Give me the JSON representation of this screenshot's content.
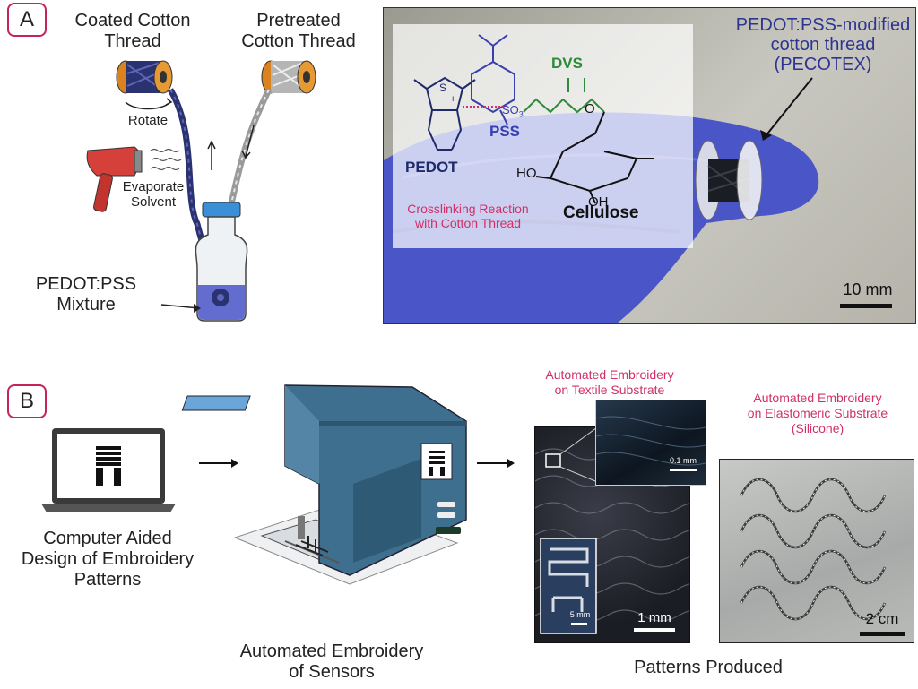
{
  "panel_a": {
    "letter": "A",
    "coated_thread": "Coated Cotton\nThread",
    "pretreated_thread": "Pretreated\nCotton Thread",
    "rotate": "Rotate",
    "evaporate": "Evaporate\nSolvent",
    "mixture": "PEDOT:PSS\nMixture",
    "photo": {
      "callout": "PEDOT:PSS-modified\ncotton thread\n(PECOTEX)",
      "dvs": "DVS",
      "pss": "PSS",
      "pedot": "PEDOT",
      "cellulose": "Cellulose",
      "so3": "SO",
      "so3_sub": "3",
      "ho": "HO",
      "oh": "OH",
      "o": "O",
      "s": "S",
      "plus": "+",
      "crosslink": "Crosslinking Reaction\nwith Cotton Thread",
      "scale": "10 mm"
    }
  },
  "panel_b": {
    "letter": "B",
    "cad": "Computer Aided\nDesign of Embroidery\nPatterns",
    "machine": "Automated Embroidery\nof Sensors",
    "textile_title": "Automated Embroidery\non Textile Substrate",
    "elastomer_title": "Automated Embroidery\non Elastomeric Substrate\n(Silicone)",
    "inset_scale": "0.1 mm",
    "mini_scale": "5 mm",
    "textile_scale": "1 mm",
    "silicone_scale": "2 cm",
    "patterns": "Patterns Produced"
  },
  "colors": {
    "accent_pink": "#d0306a",
    "pedot_navy": "#1f2a6b",
    "pss_blue": "#3a3fb0",
    "dvs_green": "#2e8b3a",
    "machine_teal": "#3f6f8e",
    "glove_blue": "#4a56c8"
  }
}
